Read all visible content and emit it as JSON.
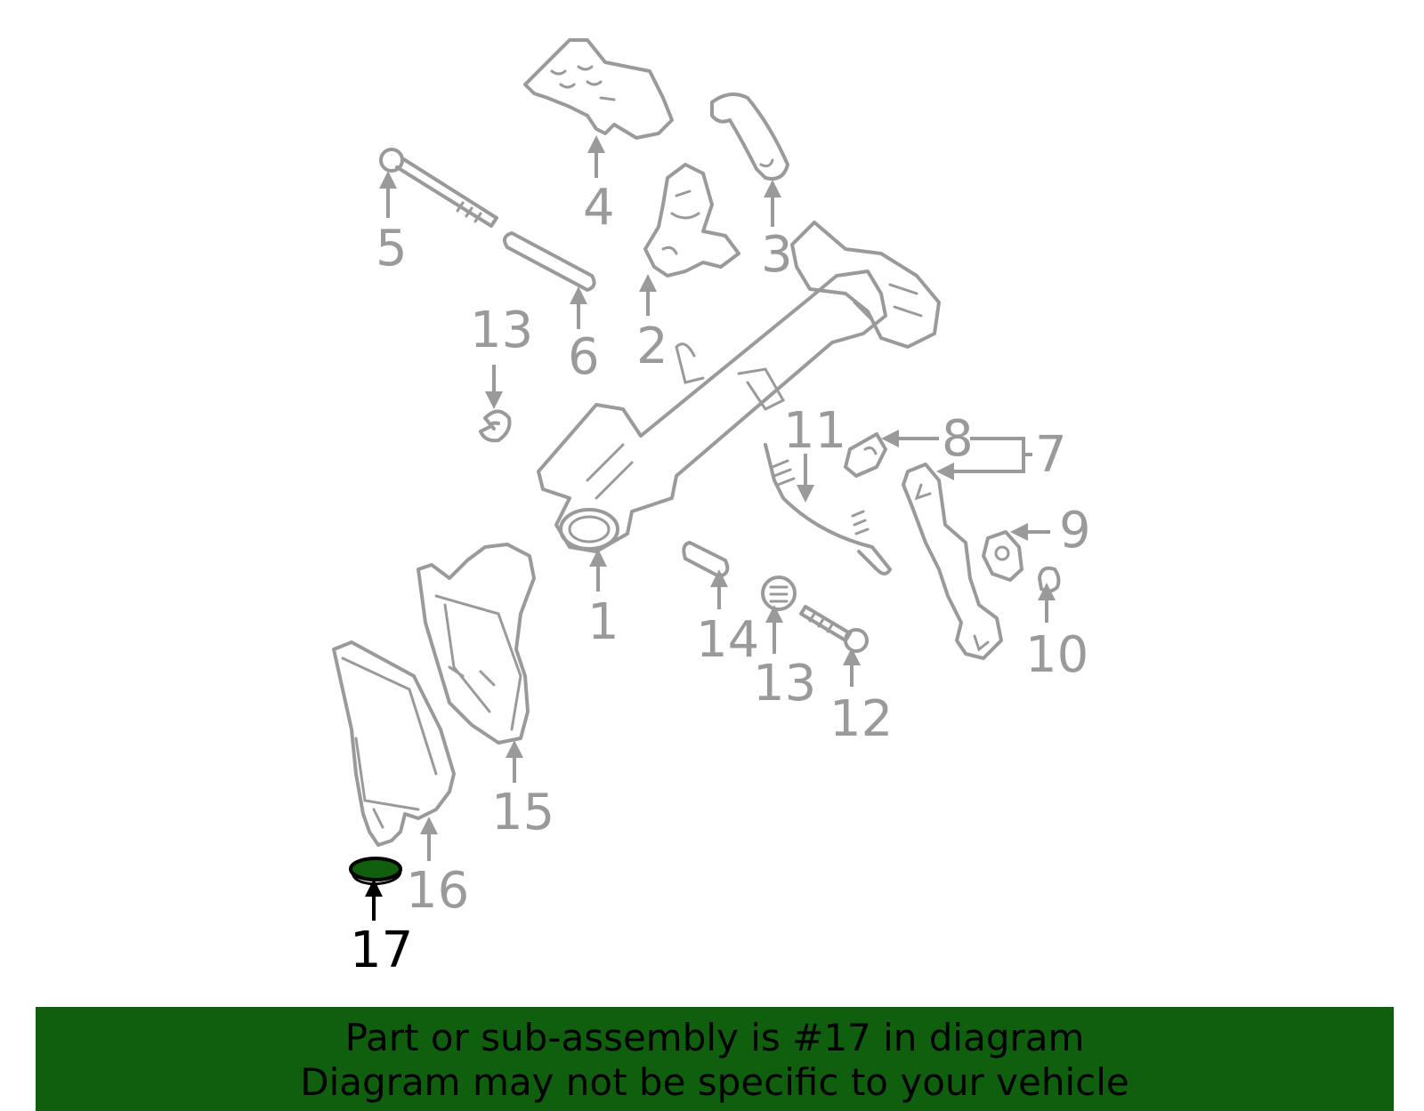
{
  "colors": {
    "part_outline": "#9a9a9a",
    "highlight_fill": "#0f5f0f",
    "highlight_outline": "#000000",
    "banner_bg": "#0f5f0f",
    "banner_text": "#000000"
  },
  "labels": {
    "l1": "1",
    "l2": "2",
    "l3": "3",
    "l4": "4",
    "l5": "5",
    "l6": "6",
    "l7": "7",
    "l8": "8",
    "l9": "9",
    "l10": "10",
    "l11": "11",
    "l12": "12",
    "l13a": "13",
    "l13b": "13",
    "l14": "14",
    "l15": "15",
    "l16": "16",
    "l17": "17"
  },
  "highlighted_part": "17",
  "banner": {
    "line1": "Part or sub-assembly is #17 in diagram",
    "line2": "Diagram may not be specific to your vehicle"
  }
}
